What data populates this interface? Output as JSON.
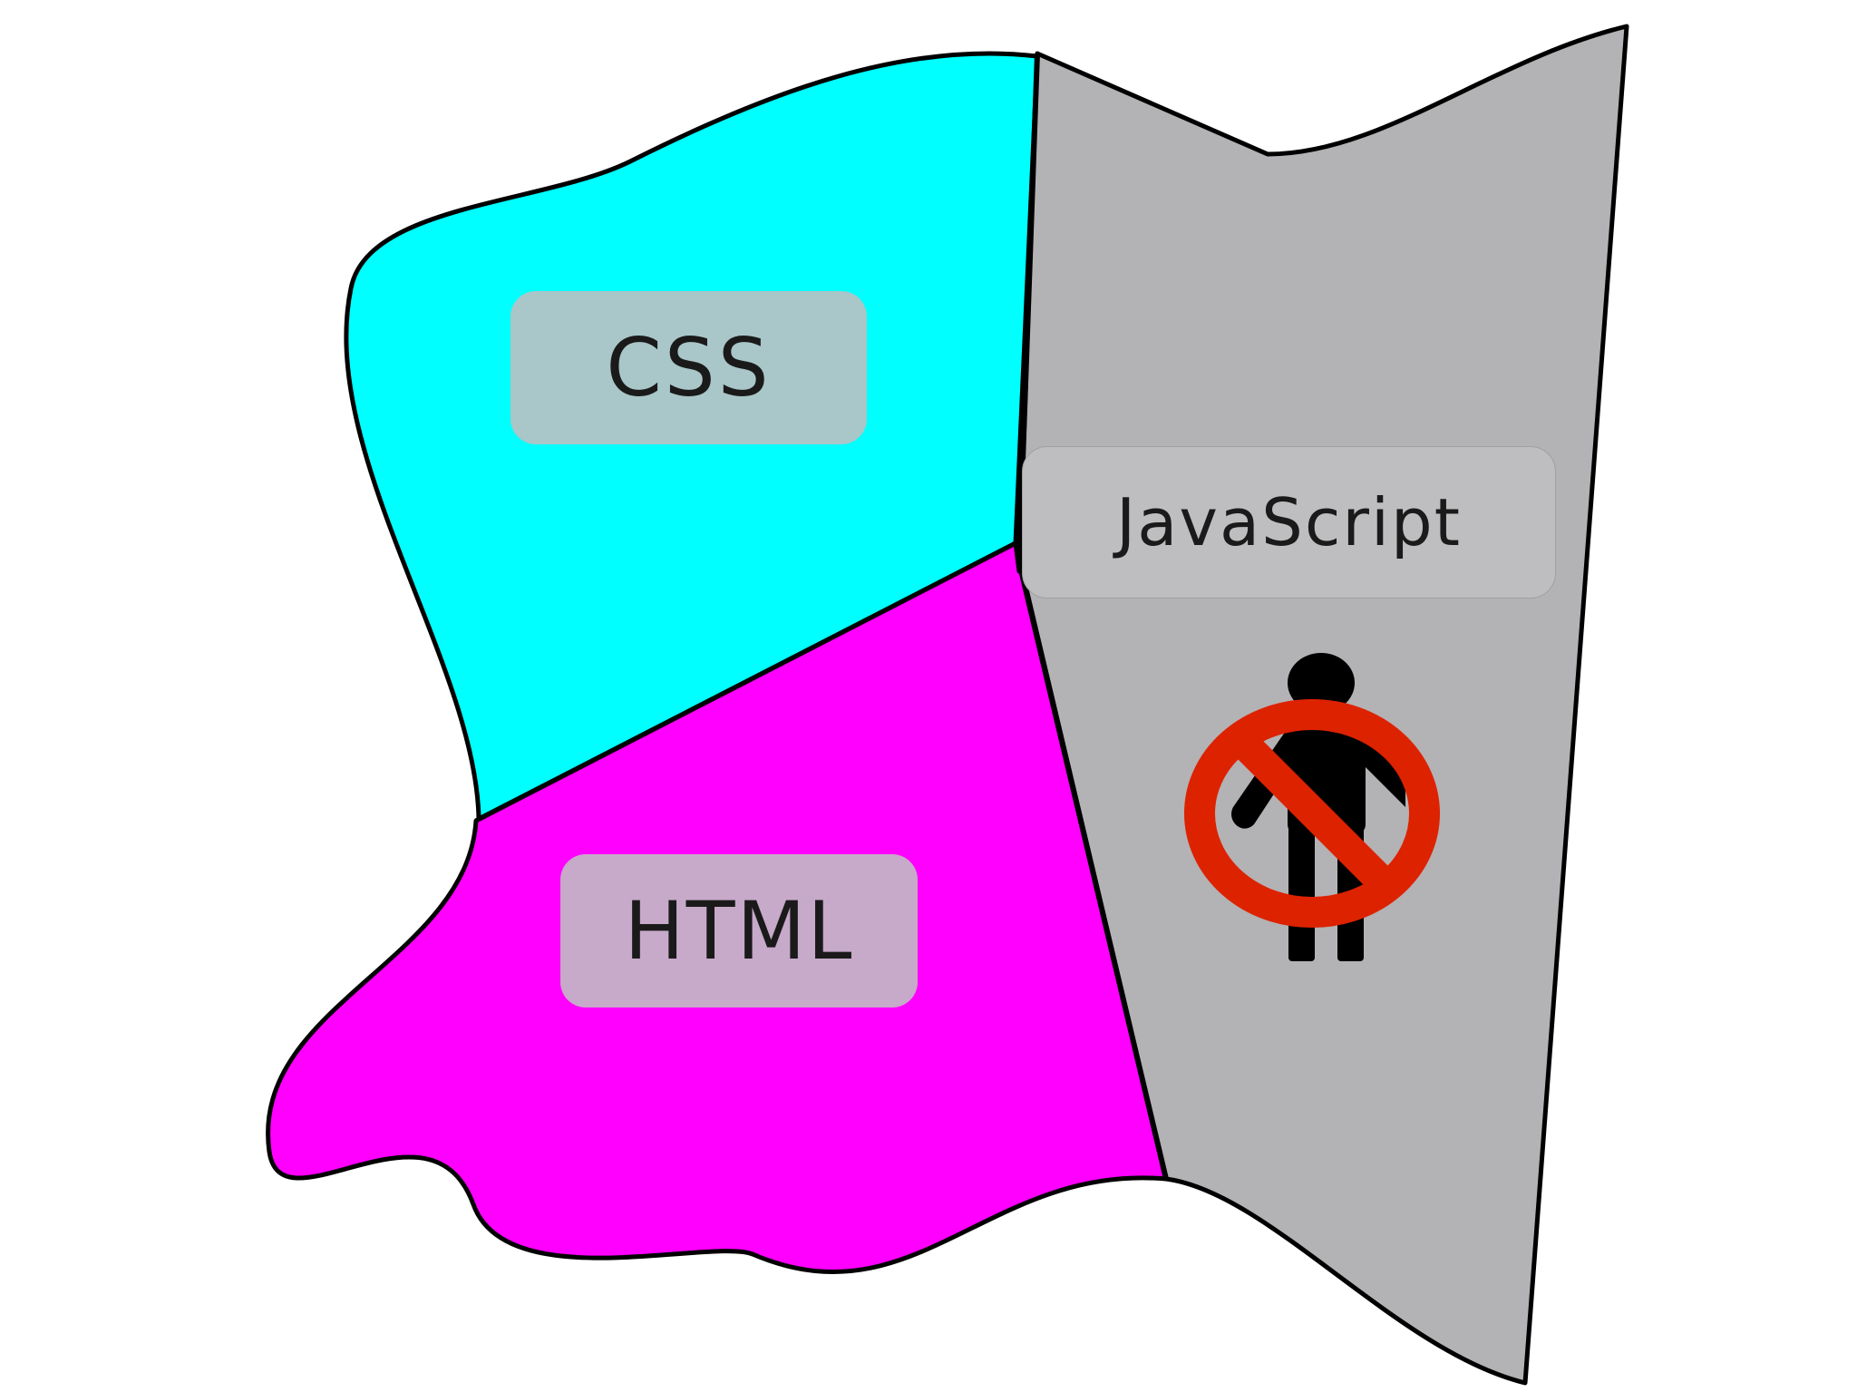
{
  "regions": [
    {
      "name": "CSS",
      "color": "#00ffff"
    },
    {
      "name": "JavaScript",
      "color": "#b3b2b4"
    },
    {
      "name": "HTML",
      "color": "#ff00ff"
    }
  ],
  "labels": {
    "css": "CSS",
    "javascript": "JavaScript",
    "html": "HTML"
  },
  "label_box_colors": {
    "css": "#a9c6c8",
    "javascript": "#bebdbf",
    "html": "#c7a9c9"
  },
  "icons": {
    "no_person": "no-person-prohibition-icon"
  },
  "colors": {
    "outline": "#000000",
    "prohibition": "#dd2200"
  }
}
